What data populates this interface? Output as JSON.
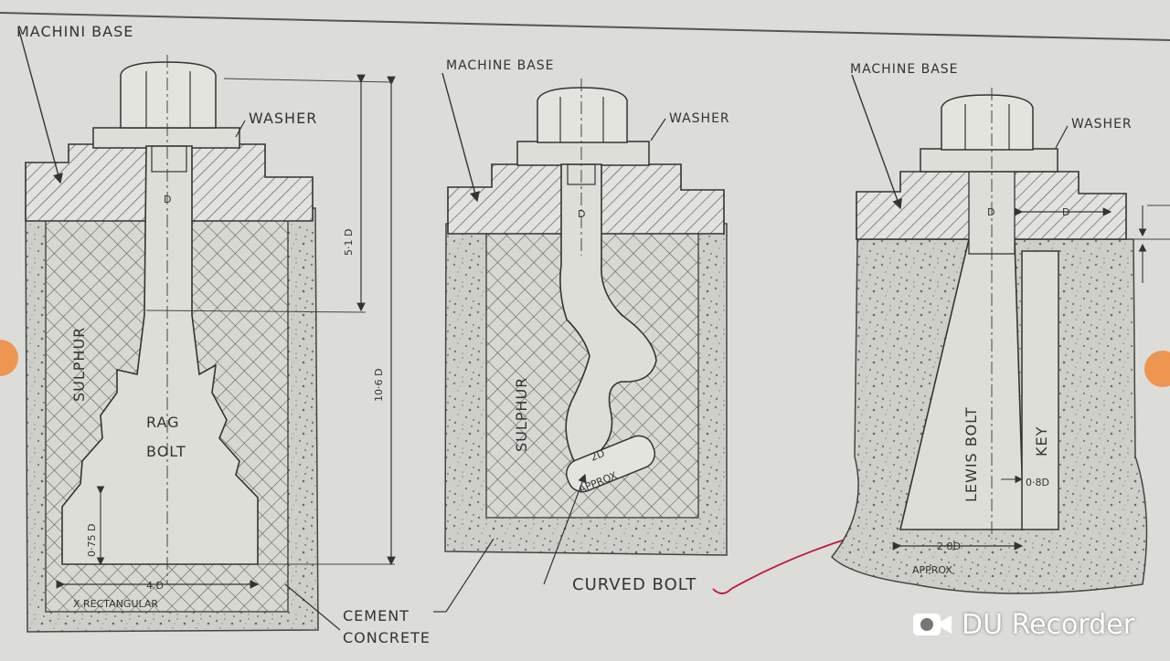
{
  "figures": {
    "rag": {
      "machine_base": "MACHINI BASE",
      "washer": "WASHER",
      "sulphur": "SULPHUR",
      "bolt_line1": "RAG",
      "bolt_line2": "BOLT",
      "d_label": "D",
      "dim_51d": "5·1 D",
      "dim_106d": "10·6 D",
      "dim_075d": "0·75 D",
      "dim_4d": "4 D",
      "rectangular": "X RECTANGULAR"
    },
    "curved": {
      "machine_base": "MACHINE BASE",
      "washer": "WASHER",
      "sulphur": "SULPHUR",
      "d_label": "D",
      "approx_2d": "2D",
      "approx": "APPROX",
      "caption": "CURVED BOLT"
    },
    "lewis": {
      "machine_base": "MACHINE BASE",
      "washer": "WASHER",
      "d_label": "D",
      "d_right": "D",
      "bolt": "LEWIS BOLT",
      "key": "KEY",
      "dim_08d": "0·8D",
      "dim_28d": "2·8D",
      "approx": "APPROX"
    }
  },
  "cement_concrete": [
    "CEMENT",
    "CONCRETE"
  ],
  "watermark": "DU Recorder",
  "colors": {
    "paper": "#dcdcd9",
    "ink": "#333333",
    "accent": "#f0893a",
    "pen_red": "#c0143c"
  }
}
